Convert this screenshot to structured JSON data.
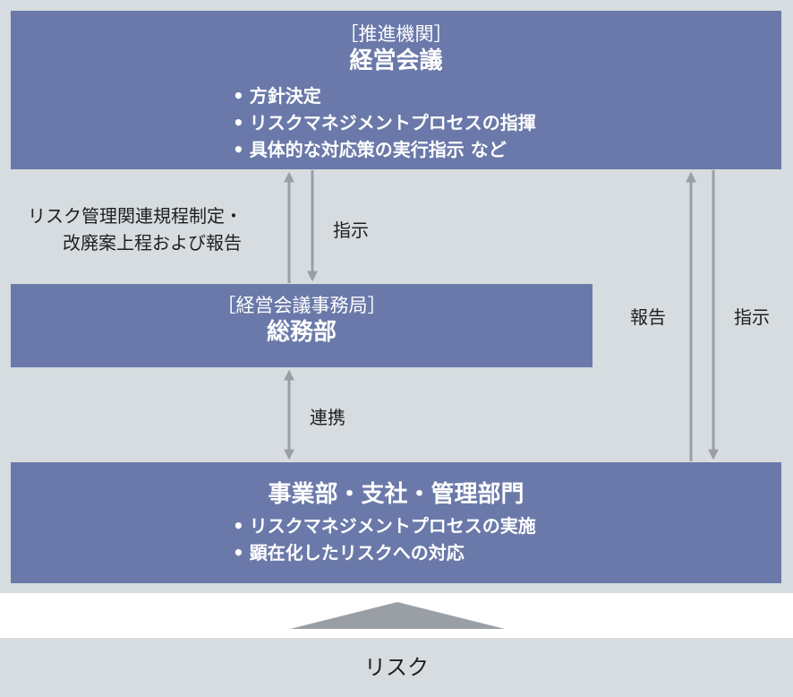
{
  "executive": {
    "sub": "［推進機関］",
    "title": "経営会議",
    "bullets": [
      "方針決定",
      "リスクマネジメントプロセスの指揮",
      "具体的な対応策の実行指示 など"
    ]
  },
  "secretariat": {
    "sub": "［経営会議事務局］",
    "title": "総務部"
  },
  "divisions": {
    "title": "事業部・支社・管理部門",
    "bullets": [
      "リスクマネジメントプロセスの実施",
      "顕在化したリスクへの対応"
    ]
  },
  "arrows": {
    "report_up_line1": "リスク管理関連規程制定・",
    "report_up_line2": "改廃案上程および報告",
    "instruct_down": "指示",
    "cooperate": "連携",
    "report_right": "報告",
    "instruct_right": "指示"
  },
  "risk": {
    "label": "リスク"
  },
  "colors": {
    "box": "#6a79a9",
    "panel": "#d6dcdf",
    "arrow": "#9a9fa6"
  }
}
